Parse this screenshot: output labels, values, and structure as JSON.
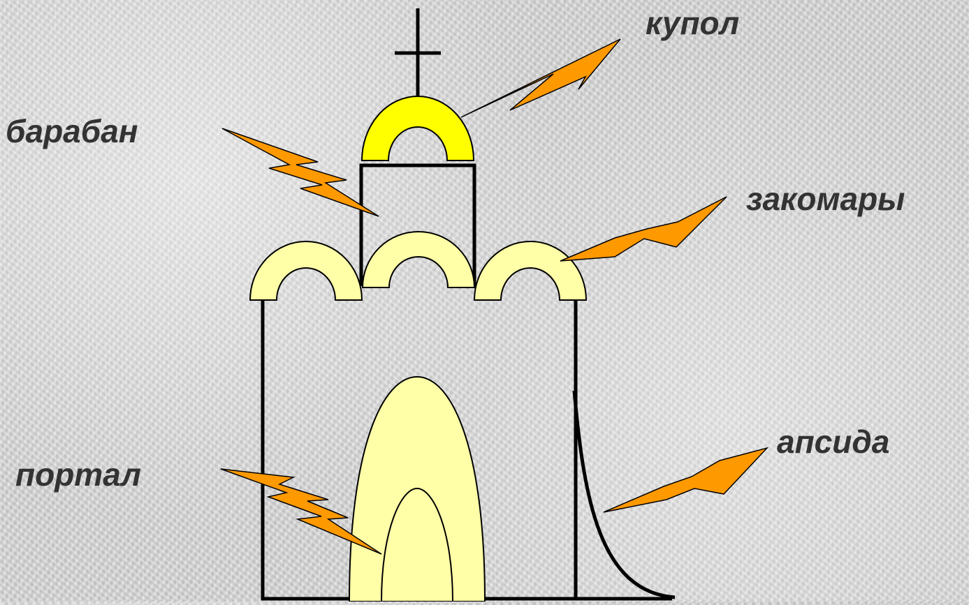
{
  "labels": {
    "kupol": "купол",
    "baraban": "барабан",
    "zakomary": "закомары",
    "apsida": "апсида",
    "portal": "портал"
  },
  "colors": {
    "background": "#d9d9d9",
    "label_text": "#333333",
    "dome_fill": "#ffff00",
    "zakomary_fill": "#ffffa8",
    "portal_fill": "#ffffa8",
    "arrow_fill": "#ff9900",
    "outline": "#000000"
  }
}
